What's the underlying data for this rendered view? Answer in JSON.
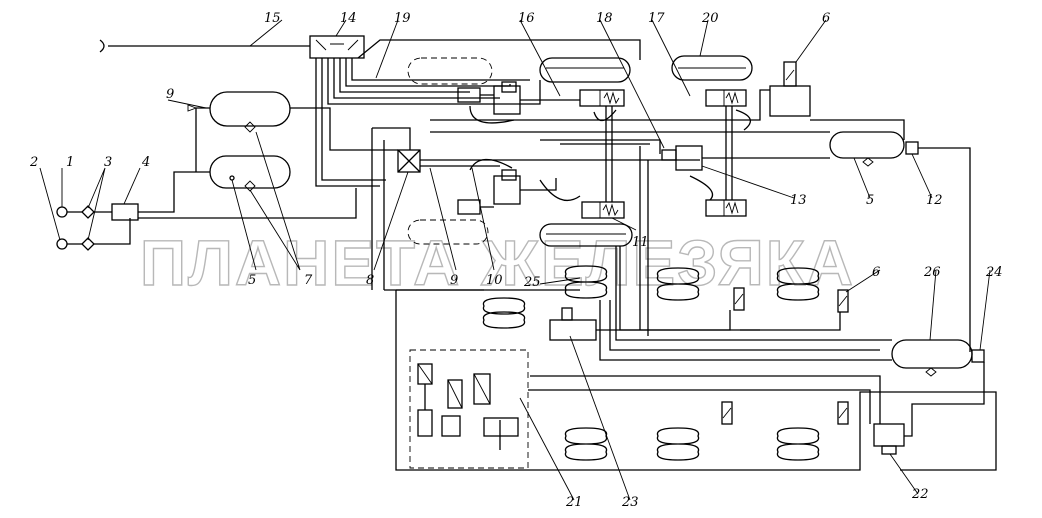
{
  "watermark": "ПЛАНЕТА ЖЕЛЕЗЯКА",
  "labels": {
    "l1": "1",
    "l2": "2",
    "l3": "3",
    "l4": "4",
    "l5a": "5",
    "l5b": "5",
    "l6a": "6",
    "l6b": "6",
    "l7": "7",
    "l8": "8",
    "l9a": "9",
    "l9b": "9",
    "l10": "10",
    "l11": "11",
    "l12": "12",
    "l13": "13",
    "l14": "14",
    "l15": "15",
    "l16": "16",
    "l17": "17",
    "l18": "18",
    "l19": "19",
    "l20": "20",
    "l21": "21",
    "l22": "22",
    "l23": "23",
    "l24": "24",
    "l25": "25",
    "l26": "26"
  }
}
